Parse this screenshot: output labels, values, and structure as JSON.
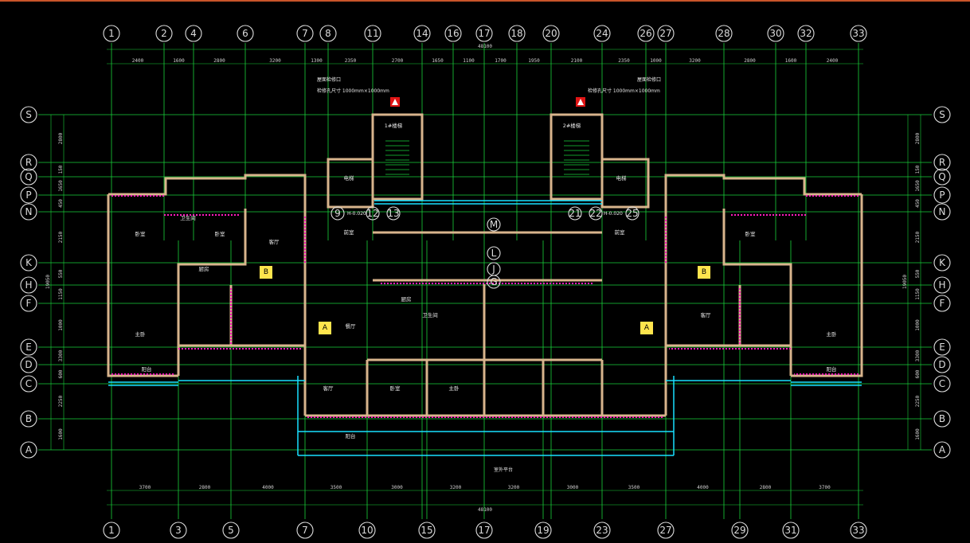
{
  "plan": {
    "top_axes": [
      "1",
      "2",
      "4",
      "6",
      "7",
      "8",
      "11",
      "14",
      "16",
      "17",
      "18",
      "20",
      "24",
      "26",
      "27",
      "28",
      "30",
      "32",
      "33"
    ],
    "bottom_axes": [
      "1",
      "3",
      "5",
      "7",
      "10",
      "15",
      "17",
      "19",
      "23",
      "27",
      "29",
      "31",
      "33"
    ],
    "row_axes": [
      "S",
      "R",
      "Q",
      "P",
      "N",
      "K",
      "H",
      "F",
      "E",
      "D",
      "C",
      "B",
      "A"
    ],
    "top_dims": [
      "2400",
      "1600",
      "2800",
      "3200",
      "1300",
      "2350",
      "2700",
      "1650",
      "1100",
      "1700",
      "1950",
      "2100",
      "2350",
      "1000",
      "3200",
      "2800",
      "1600",
      "2400"
    ],
    "bottom_dims": [
      "3700",
      "2800",
      "4000",
      "3500",
      "3000",
      "3200",
      "3200",
      "3000",
      "3500",
      "4000",
      "2800",
      "3700"
    ],
    "overall_width": "48100",
    "left_dims": [
      "2800",
      "150",
      "1650",
      "450",
      "2150",
      "550",
      "1150",
      "1000",
      "3300",
      "600",
      "2250",
      "1600"
    ],
    "right_dims": [
      "2800",
      "150",
      "1650",
      "450",
      "2150",
      "550",
      "1150",
      "1000",
      "3300",
      "600",
      "2250",
      "1600"
    ],
    "overall_height": "19050",
    "unit_tags": [
      "A",
      "B",
      "B",
      "A"
    ],
    "mid_bubbles": [
      "9",
      "12",
      "13",
      "M",
      "L",
      "J",
      "G",
      "21",
      "22",
      "25"
    ],
    "rooms": [
      {
        "label": "卧室"
      },
      {
        "label": "卧室"
      },
      {
        "label": "客厅"
      },
      {
        "label": "主卧"
      },
      {
        "label": "阳台"
      },
      {
        "label": "卫生间"
      },
      {
        "label": "厨房"
      },
      {
        "label": "餐厅"
      },
      {
        "label": "客厅"
      },
      {
        "label": "主卧"
      },
      {
        "label": "卧室"
      },
      {
        "label": "阳台"
      },
      {
        "label": "卫生间"
      },
      {
        "label": "厨房"
      },
      {
        "label": "客厅"
      },
      {
        "label": "卧室"
      },
      {
        "label": "主卧"
      },
      {
        "label": "阳台"
      },
      {
        "label": "电梯"
      },
      {
        "label": "电梯"
      },
      {
        "label": "1#楼梯"
      },
      {
        "label": "2#楼梯"
      },
      {
        "label": "前室"
      },
      {
        "label": "前室"
      }
    ],
    "notes": [
      "屋面检修口",
      "屋面检修口",
      "检修孔尺寸 1000mm×1000mm",
      "检修孔尺寸 1000mm×1000mm",
      "H-0.020",
      "H-0.020",
      "室外平台"
    ]
  },
  "colors": {
    "grid": "#19d13a",
    "wall": "#d8b48c",
    "window": "#18e0ff",
    "accent": "#ff1dbf",
    "tag": "#ffe54d",
    "background": "#000000"
  }
}
